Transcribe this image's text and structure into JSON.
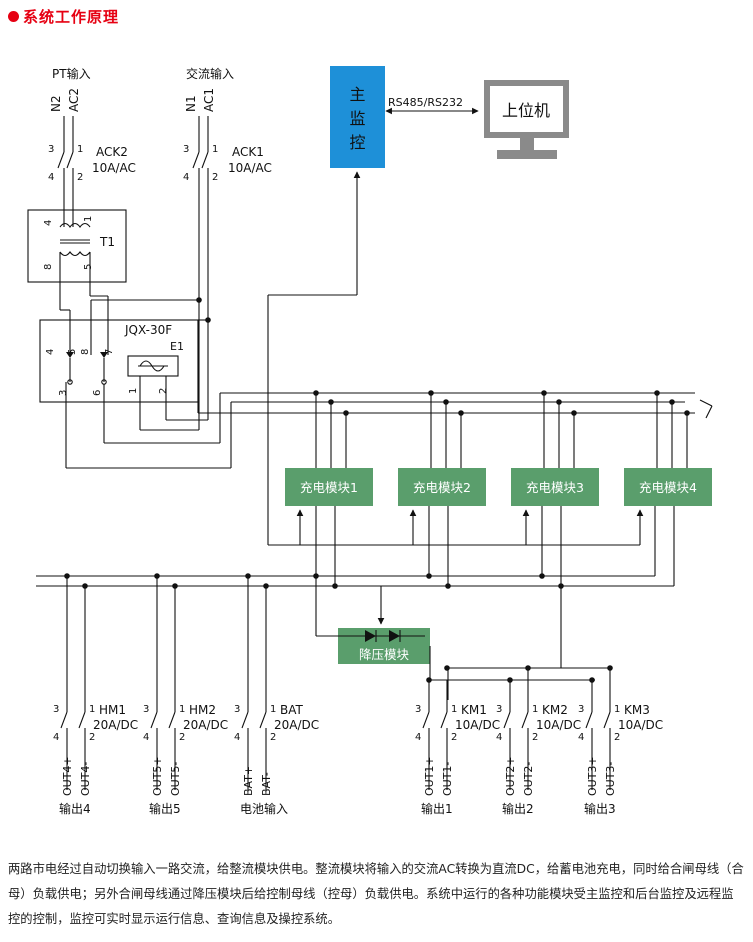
{
  "header": {
    "title": "系统工作原理",
    "accent": "#e60012"
  },
  "diagram": {
    "inputs": {
      "pt": "PT输入",
      "ac": "交流输入"
    },
    "ack2": {
      "name": "ACK2",
      "rating": "10A/AC",
      "line_a": "N2",
      "line_b": "AC2"
    },
    "ack1": {
      "name": "ACK1",
      "rating": "10A/AC",
      "line_a": "N1",
      "line_b": "AC1"
    },
    "switch_pins": [
      "3",
      "1",
      "4",
      "2"
    ],
    "transformer": {
      "name": "T1",
      "pins": [
        "4",
        "1",
        "8",
        "5"
      ]
    },
    "jqx": {
      "name": "JQX-30F",
      "sub": "E1",
      "pins": [
        "4",
        "5",
        "8",
        "7",
        "3",
        "6",
        "1",
        "2"
      ]
    },
    "controller": {
      "label": "主监控",
      "color": "#1e90d8"
    },
    "comm": {
      "label": "RS485/RS232"
    },
    "host": {
      "label": "上位机"
    },
    "modules": [
      "充电模块1",
      "充电模块2",
      "充电模块3",
      "充电模块4"
    ],
    "module_color": "#5a9e6c",
    "step_down": "降压模块",
    "breakers": [
      {
        "name": "HM1",
        "rating": "20A/DC",
        "plus": "OUT4+",
        "minus": "OUT4-",
        "label": "输出4"
      },
      {
        "name": "HM2",
        "rating": "20A/DC",
        "plus": "OUT5+",
        "minus": "OUT5-",
        "label": "输出5"
      },
      {
        "name": "BAT",
        "rating": "20A/DC",
        "plus": "BAT+",
        "minus": "BAT-",
        "label": "电池输入"
      },
      {
        "name": "KM1",
        "rating": "10A/DC",
        "plus": "OUT1+",
        "minus": "OUT1-",
        "label": "输出1"
      },
      {
        "name": "KM2",
        "rating": "10A/DC",
        "plus": "OUT2+",
        "minus": "OUT2-",
        "label": "输出2"
      },
      {
        "name": "KM3",
        "rating": "10A/DC",
        "plus": "OUT3+",
        "minus": "OUT3-",
        "label": "输出3"
      }
    ]
  },
  "description": "两路市电经过自动切换输入一路交流，给整流模块供电。整流模块将输入的交流AC转换为直流DC，给蓄电池充电，同时给合闸母线（合母）负载供电；另外合闸母线通过降压模块后给控制母线（控母）负载供电。系统中运行的各种功能模块受主监控和后台监控及远程监控的控制，监控可实时显示运行信息、查询信息及操控系统。"
}
